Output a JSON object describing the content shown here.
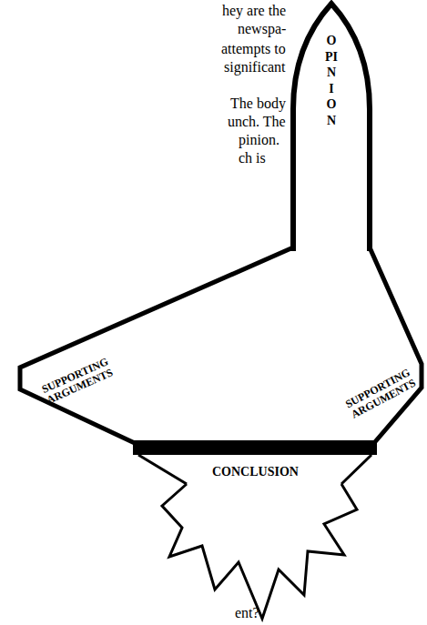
{
  "diagram": {
    "nodes": [
      {
        "text": [
          "OPINION"
        ]
      },
      {
        "text": [
          "SUPPORTING ARGUMENTS"
        ]
      },
      {
        "text": [
          "SUPPORTING ARGUMENTS"
        ]
      },
      {
        "text": [
          "CONCLUSION"
        ]
      }
    ],
    "labels": [
      "hey are the",
      "newspa-",
      "attempts to",
      "significant",
      "The body",
      "unch. The",
      "pinion.",
      "ch is",
      "ent?"
    ]
  }
}
